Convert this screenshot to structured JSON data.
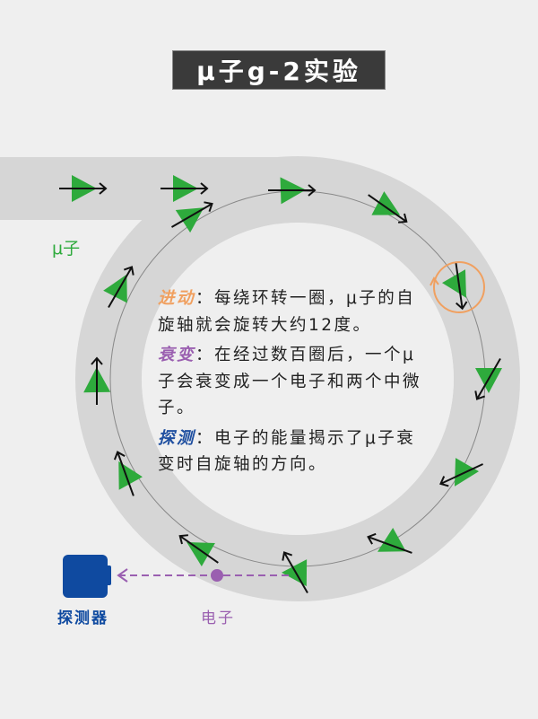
{
  "title": "μ子g-2实验",
  "muon_label": "μ子",
  "detector_label": "探测器",
  "electron_label": "电子",
  "descriptions": [
    {
      "term": "进动",
      "text": "：每绕环转一圈，μ子的自旋轴就会旋转大约12度。",
      "color": "#f0a060"
    },
    {
      "term": "衰变",
      "text": "：在经过数百圈后，一个μ子会衰变成一个电子和两个中微子。",
      "color": "#9a5fb0"
    },
    {
      "term": "探测",
      "text": "：电子的能量揭示了μ子衰变时自旋轴的方向。",
      "color": "#1f4fa0"
    }
  ],
  "colors": {
    "muon": "#2eaa3c",
    "ring": "#d6d6d6",
    "detector": "#0f4aa0",
    "electron": "#9a5fb0",
    "precession": "#f0a060"
  }
}
